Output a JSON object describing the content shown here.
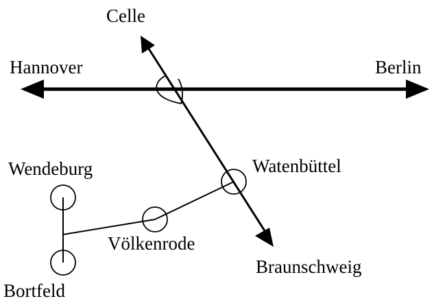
{
  "labels": {
    "celle": "Celle",
    "hannover": "Hannover",
    "berlin": "Berlin",
    "wendeburg": "Wendeburg",
    "watenbuettel": "Watenbüttel",
    "voelkenrode": "Völkenrode",
    "braunschweig": "Braunschweig",
    "bortfeld": "Bortfeld"
  },
  "colors": {
    "ink": "#000000",
    "background": "#ffffff"
  }
}
